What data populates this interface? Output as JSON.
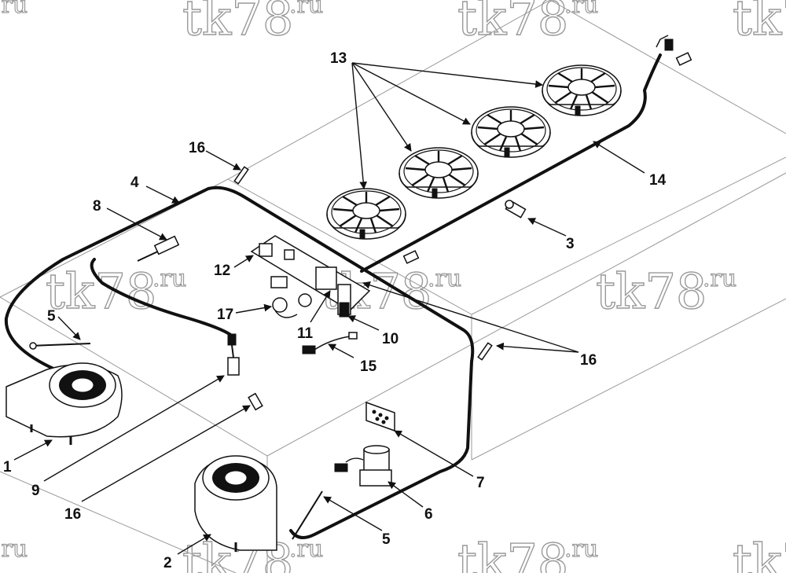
{
  "watermark": {
    "main": "tk78",
    "suffix": ".ru"
  },
  "callouts": {
    "c1": "1",
    "c2": "2",
    "c3": "3",
    "c4": "4",
    "c5a": "5",
    "c5b": "5",
    "c6": "6",
    "c7": "7",
    "c8": "8",
    "c9": "9",
    "c10": "10",
    "c11": "11",
    "c12": "12",
    "c13": "13",
    "c14": "14",
    "c15": "15",
    "c16a": "16",
    "c16b": "16",
    "c16c": "16",
    "c17": "17"
  },
  "colors": {
    "line": "#111111",
    "box": "#999999",
    "watermark": "#9a9a9a"
  }
}
